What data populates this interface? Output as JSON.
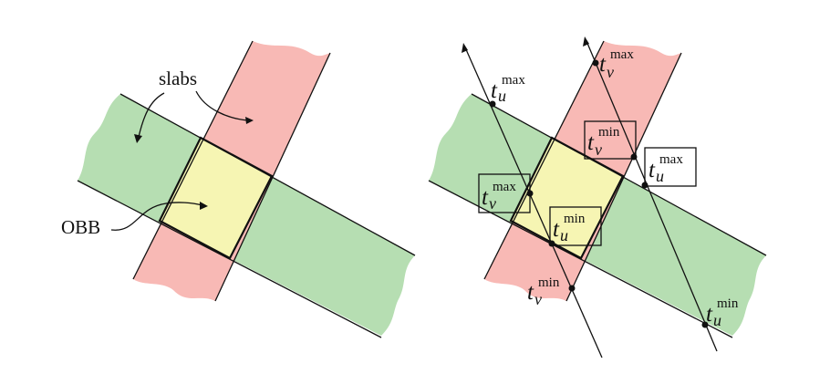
{
  "colors": {
    "green_slab": "#b6deb2",
    "red_slab": "#f8b9b5",
    "obb_fill": "#f6f5b3",
    "line": "#111111"
  },
  "left_panel": {
    "slabs_label": "slabs",
    "obb_label": "OBB"
  },
  "right_panel": {
    "t_glyph": "t",
    "sub_u": "u",
    "sub_v": "v",
    "sup_max": "max",
    "sup_min": "min"
  }
}
